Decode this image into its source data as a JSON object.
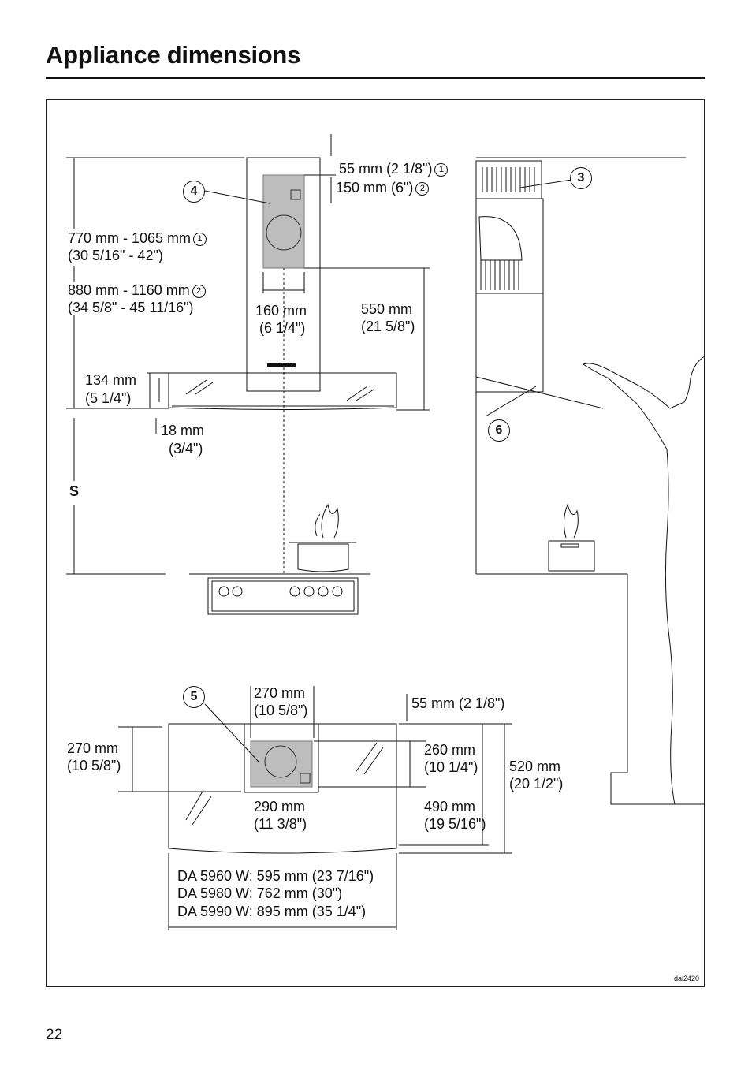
{
  "page": {
    "title": "Appliance dimensions",
    "page_number": "22",
    "drawing_code": "dai2420"
  },
  "labels": {
    "dim_55_top": "55 mm (2 ",
    "dim_55_top_frac": "1/8",
    "dim_55_top_tail": "\")",
    "marker_1": "1",
    "dim_150": "150 mm (6\")",
    "marker_2": "2",
    "dim_770": "770 mm - 1065 mm",
    "dim_770_in": "(30 5/16\" - 42\")",
    "dim_880": "880 mm - 1160 mm",
    "dim_880_in": "(34 5/8\" - 45 11/16\")",
    "dim_160": "160 mm",
    "dim_160_in": "(6 1/4\")",
    "dim_550": "550 mm",
    "dim_550_in": "(21 5/8\")",
    "dim_134": "134 mm",
    "dim_134_in": "(5 1/4\")",
    "dim_18": "18 mm",
    "dim_18_in": "(3/4\")",
    "dim_s": "S",
    "dim_270_top": "270 mm",
    "dim_270_top_in": "(10 5/8\")",
    "dim_55_bottom": "55 mm (2 1/8\")",
    "dim_270_left": "270 mm",
    "dim_270_left_in": "(10 5/8\")",
    "dim_260": "260 mm",
    "dim_260_in": "(10 1/4\")",
    "dim_520": "520 mm",
    "dim_520_in": "(20 1/2\")",
    "dim_290": "290 mm",
    "dim_290_in": "(11 3/8\")",
    "dim_490": "490 mm",
    "dim_490_in": "(19 5/16\")",
    "model_5960": "DA 5960 W: 595 mm (23 7/16\")",
    "model_5980": "DA 5980 W: 762 mm (30\")",
    "model_5990": "DA 5990 W: 895 mm (35 1/4\")"
  },
  "callouts": [
    "4",
    "3",
    "6",
    "5"
  ],
  "colors": {
    "ink": "#111111",
    "motor_block": "#bdbdbd"
  }
}
